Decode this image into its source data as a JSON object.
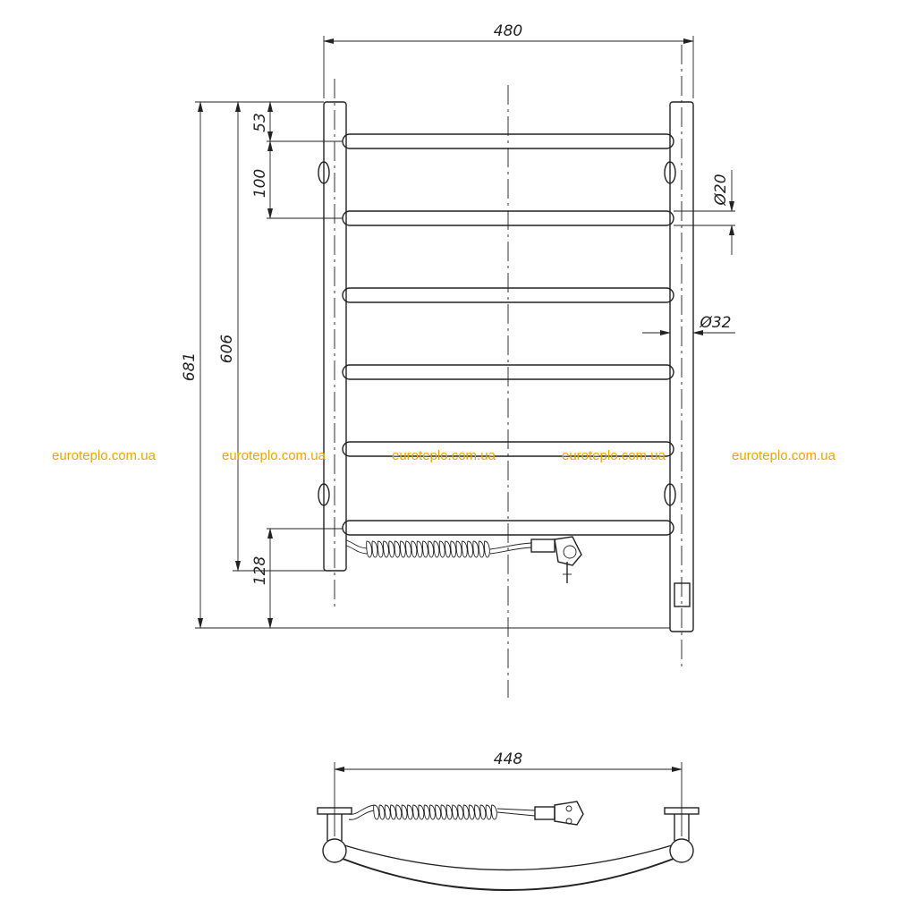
{
  "dimensions": {
    "overall_width": "480",
    "base_width": "448",
    "overall_height": "681",
    "axis_height": "606",
    "top_offset": "53",
    "rung_pitch": "100",
    "bottom_offset": "128",
    "rung_diameter": "Ø20",
    "riser_diameter": "Ø32"
  },
  "watermarks": [
    "euroteplo.com.ua",
    "euroteplo.com.ua",
    "euroteplo.com.ua",
    "euroteplo.com.ua",
    "euroteplo.com.ua"
  ],
  "colors": {
    "line": "#222222",
    "watermark": "#f0a400",
    "background": "#ffffff"
  }
}
